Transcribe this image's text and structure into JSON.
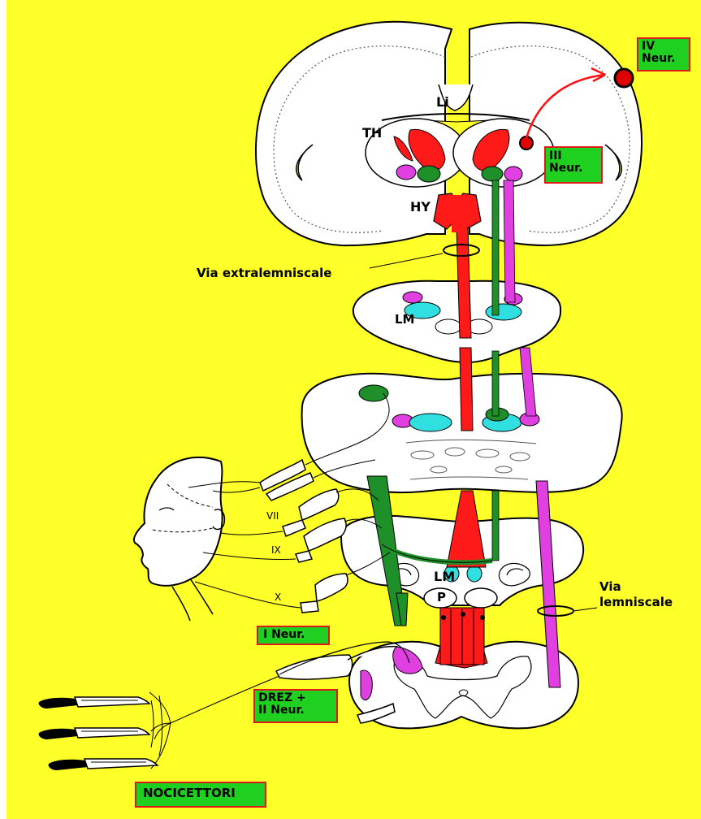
{
  "labels": {
    "li": "Li",
    "th": "TH",
    "hy": "HY",
    "lm_upper": "LM",
    "lm_lower": "LM",
    "p": "P",
    "vii": "VII",
    "ix": "IX",
    "x": "X",
    "via_extralemniscale": "Via extralemniscale",
    "via_lemniscale_1": "Via",
    "via_lemniscale_2": "lemniscale"
  },
  "boxes": {
    "iv_neur_1": "IV",
    "iv_neur_2": "Neur.",
    "iii_neur_1": "III",
    "iii_neur_2": "Neur.",
    "i_neur": "I Neur.",
    "drez_1": "DREZ +",
    "drez_2": "II Neur.",
    "nocicettori": "NOCICETTORI"
  },
  "colors": {
    "background": "#ffff2a",
    "spinothalamic_tract": "#ff1a1a",
    "lemniscal_tract": "#e040e0",
    "trigeminal_tract": "#1f8f2a",
    "medial_lemniscus": "#30e0e0",
    "label_box_fill": "#20d020",
    "label_box_border": "#e01818"
  }
}
